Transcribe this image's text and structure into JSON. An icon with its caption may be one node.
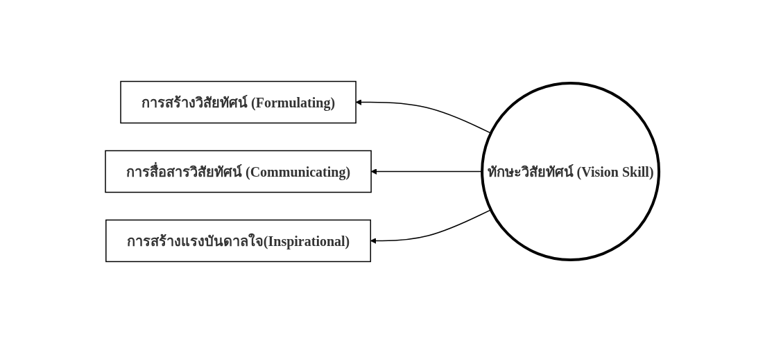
{
  "diagram": {
    "nodes": [
      {
        "text": [
          "การสร้างวิสัยทัศน์ (Formulating)"
        ]
      },
      {
        "text": [
          "การสื่อสารวิสัยทัศน์ (Communicating)"
        ]
      },
      {
        "text": [
          "การสร้างแรงบันดาลใจ(Inspirational)"
        ]
      },
      {
        "text": [
          "ทักษะวิสัยทัศน์ (Vision Skill)"
        ]
      }
    ],
    "edges": [
      {
        "from": 3,
        "to": 0,
        "arrow": "to"
      },
      {
        "from": 3,
        "to": 1,
        "arrow": "to"
      },
      {
        "from": 3,
        "to": 2,
        "arrow": "to"
      }
    ]
  }
}
